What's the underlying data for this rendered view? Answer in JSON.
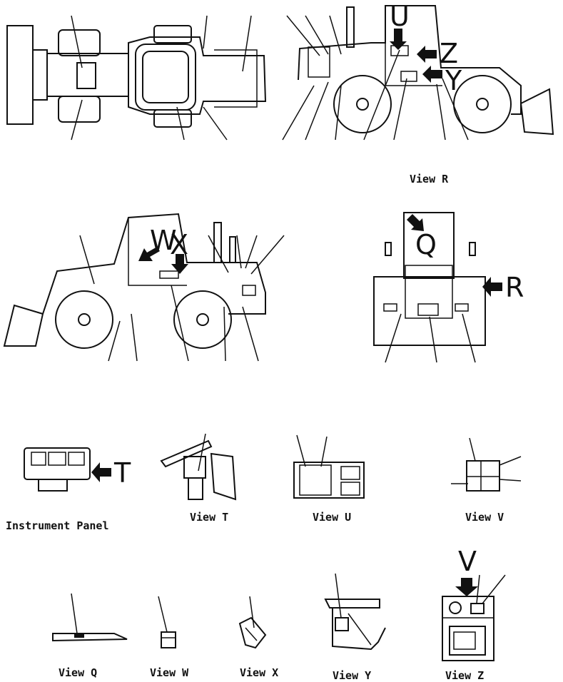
{
  "captions": {
    "view_r": "View R",
    "instrument_panel": "Instrument Panel",
    "view_t": "View T",
    "view_u": "View U",
    "view_v": "View V",
    "view_q": "View Q",
    "view_w": "View W",
    "view_x": "View X",
    "view_y": "View Y",
    "view_z": "View Z"
  },
  "arrow_letters": {
    "u": "U",
    "z": "Z",
    "y": "Y",
    "w": "W",
    "x": "X",
    "q": "Q",
    "r": "R",
    "t": "T",
    "v": "V"
  }
}
